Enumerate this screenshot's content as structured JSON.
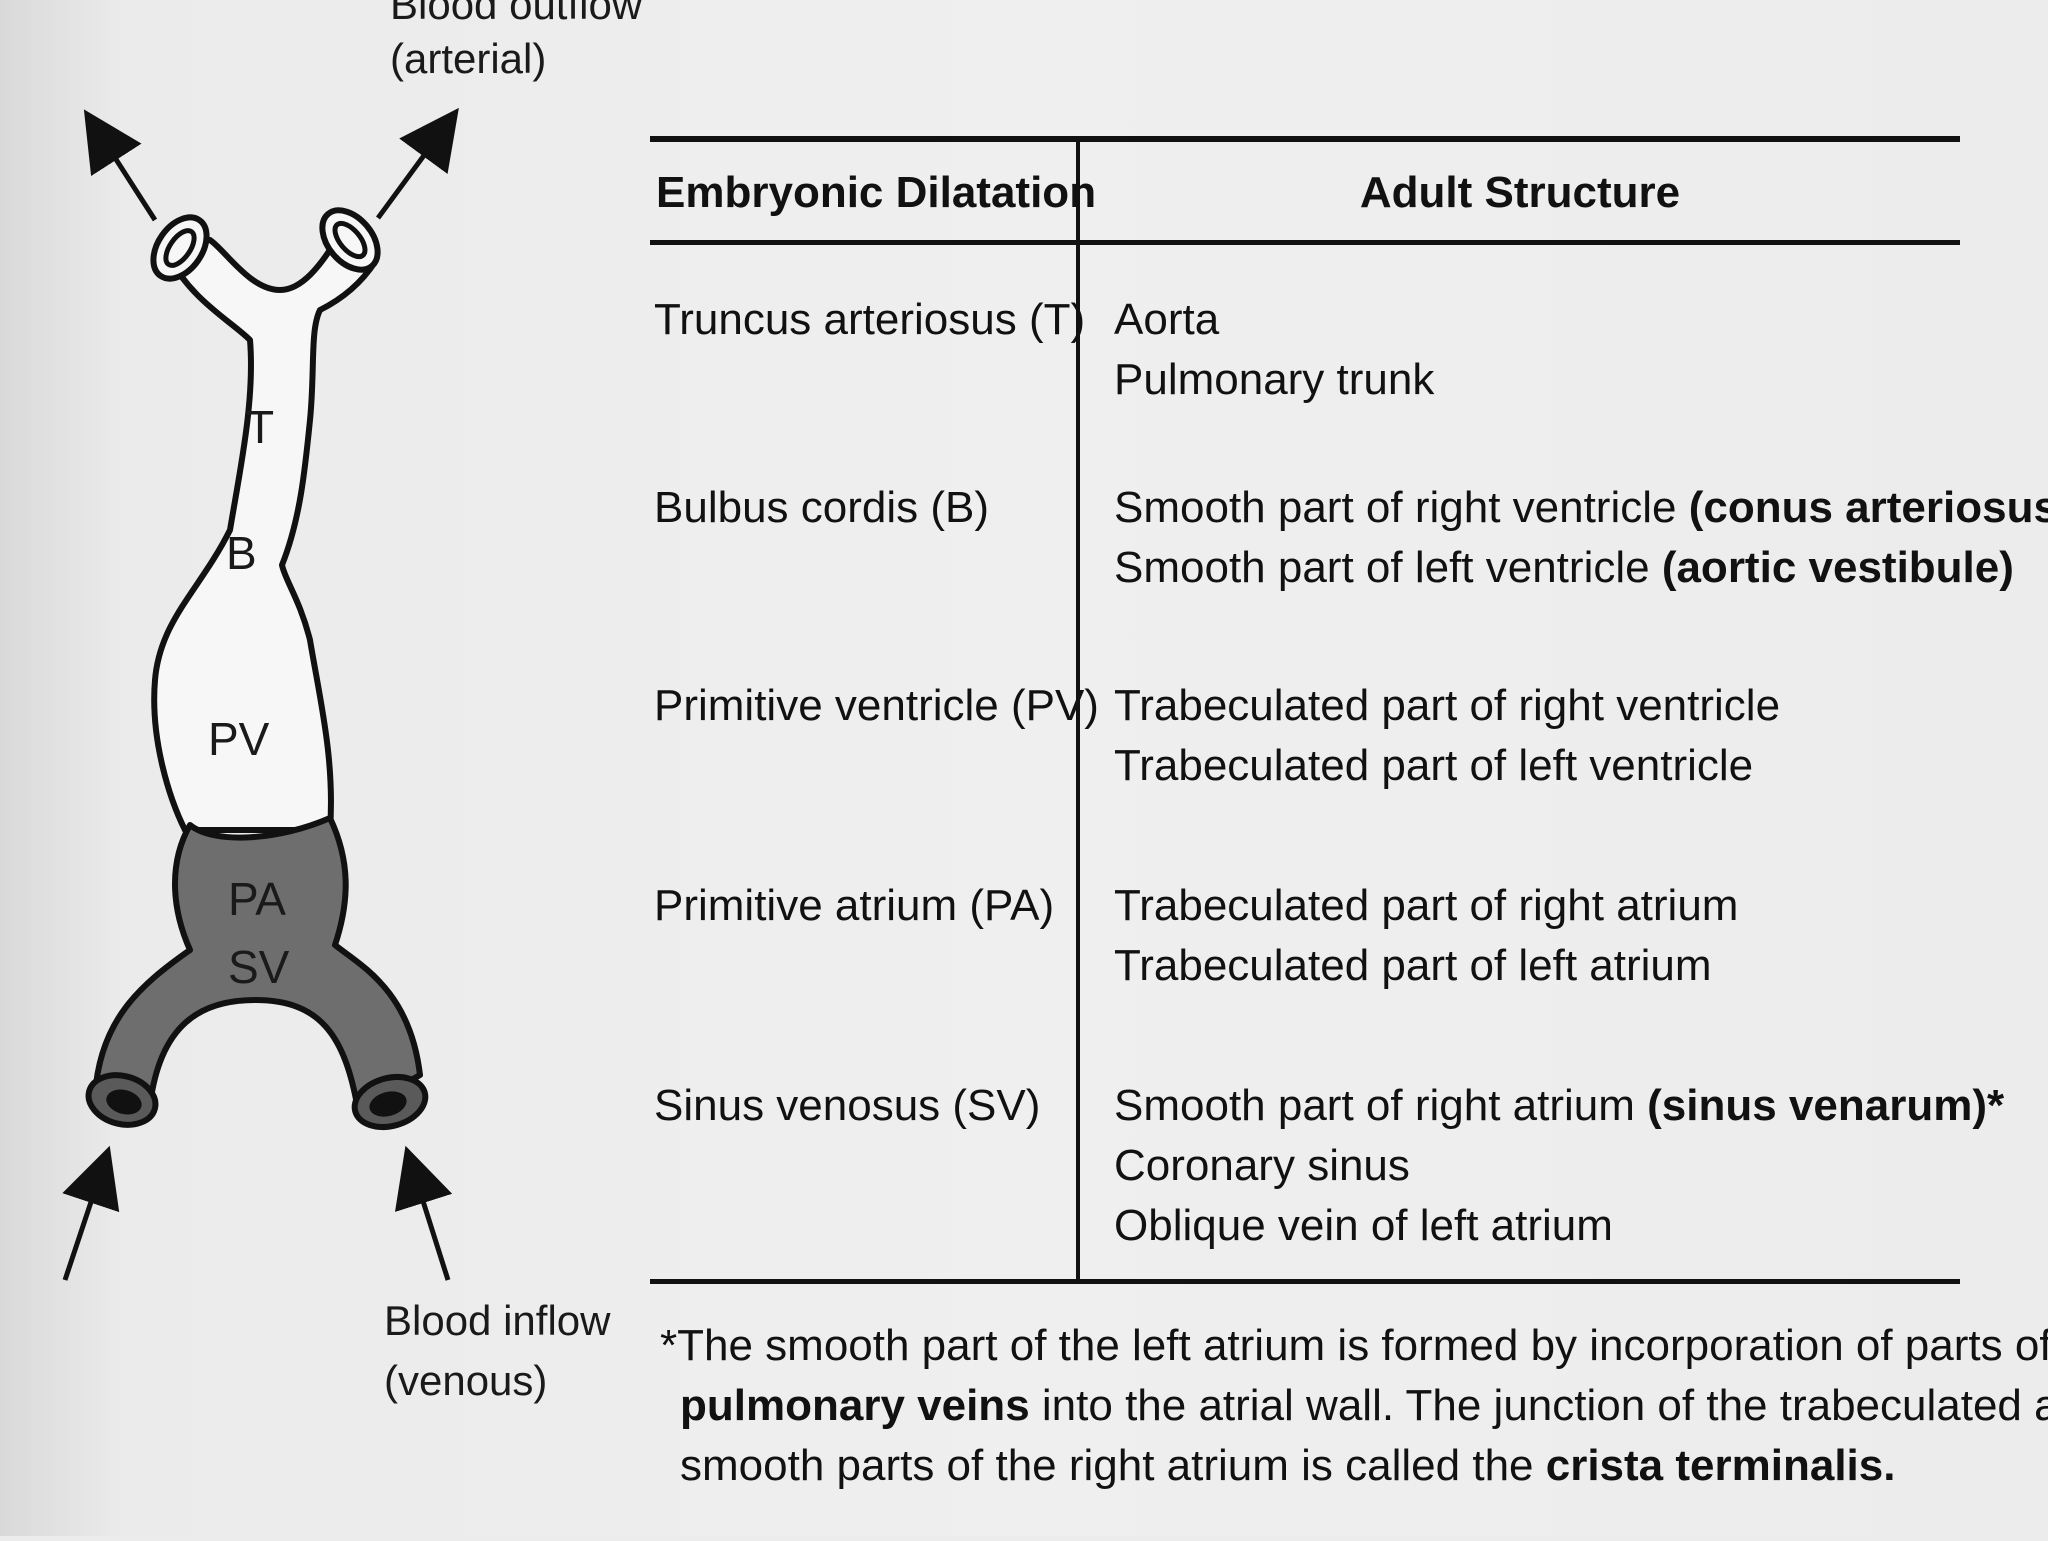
{
  "diagram": {
    "outflow_label_line1": "Blood outflow",
    "outflow_label_line2": "(arterial)",
    "inflow_label_line1": "Blood inflow",
    "inflow_label_line2": "(venous)",
    "labels": {
      "T": "T",
      "B": "B",
      "PV": "PV",
      "PA": "PA",
      "SV": "SV"
    },
    "colors": {
      "outline": "#111111",
      "light_fill": "#f7f7f7",
      "dark_fill": "#6e6e6e"
    }
  },
  "table": {
    "header_left": "Embryonic Dilatation",
    "header_right": "Adult Structure",
    "rows": [
      {
        "dilatation": "Truncus arteriosus (T)",
        "structures": [
          {
            "text": "Aorta",
            "bold": ""
          },
          {
            "text": "Pulmonary trunk",
            "bold": ""
          }
        ]
      },
      {
        "dilatation": "Bulbus cordis (B)",
        "structures": [
          {
            "text": "Smooth part of right ventricle ",
            "bold": "(conus arteriosus)"
          },
          {
            "text": "Smooth part of left ventricle ",
            "bold": "(aortic vestibule)"
          }
        ]
      },
      {
        "dilatation": "Primitive ventricle (PV)",
        "structures": [
          {
            "text": "Trabeculated part of right ventricle",
            "bold": ""
          },
          {
            "text": "Trabeculated part of left ventricle",
            "bold": ""
          }
        ]
      },
      {
        "dilatation": "Primitive atrium (PA)",
        "structures": [
          {
            "text": "Trabeculated part of right atrium",
            "bold": ""
          },
          {
            "text": "Trabeculated part of left atrium",
            "bold": ""
          }
        ]
      },
      {
        "dilatation": "Sinus venosus (SV)",
        "structures": [
          {
            "text": "Smooth part of right atrium ",
            "bold": "(sinus venarum)*"
          },
          {
            "text": "Coronary sinus",
            "bold": ""
          },
          {
            "text": "Oblique vein of left atrium",
            "bold": ""
          }
        ]
      }
    ]
  },
  "footnote": {
    "line1": "*The smooth part of the left atrium is formed by incorporation of parts of the",
    "line2_bold": "pulmonary veins",
    "line2_rest": " into the atrial wall. The junction of the trabeculated and",
    "line3_start": "smooth parts of the right atrium is called the ",
    "line3_bold": "crista terminalis."
  }
}
